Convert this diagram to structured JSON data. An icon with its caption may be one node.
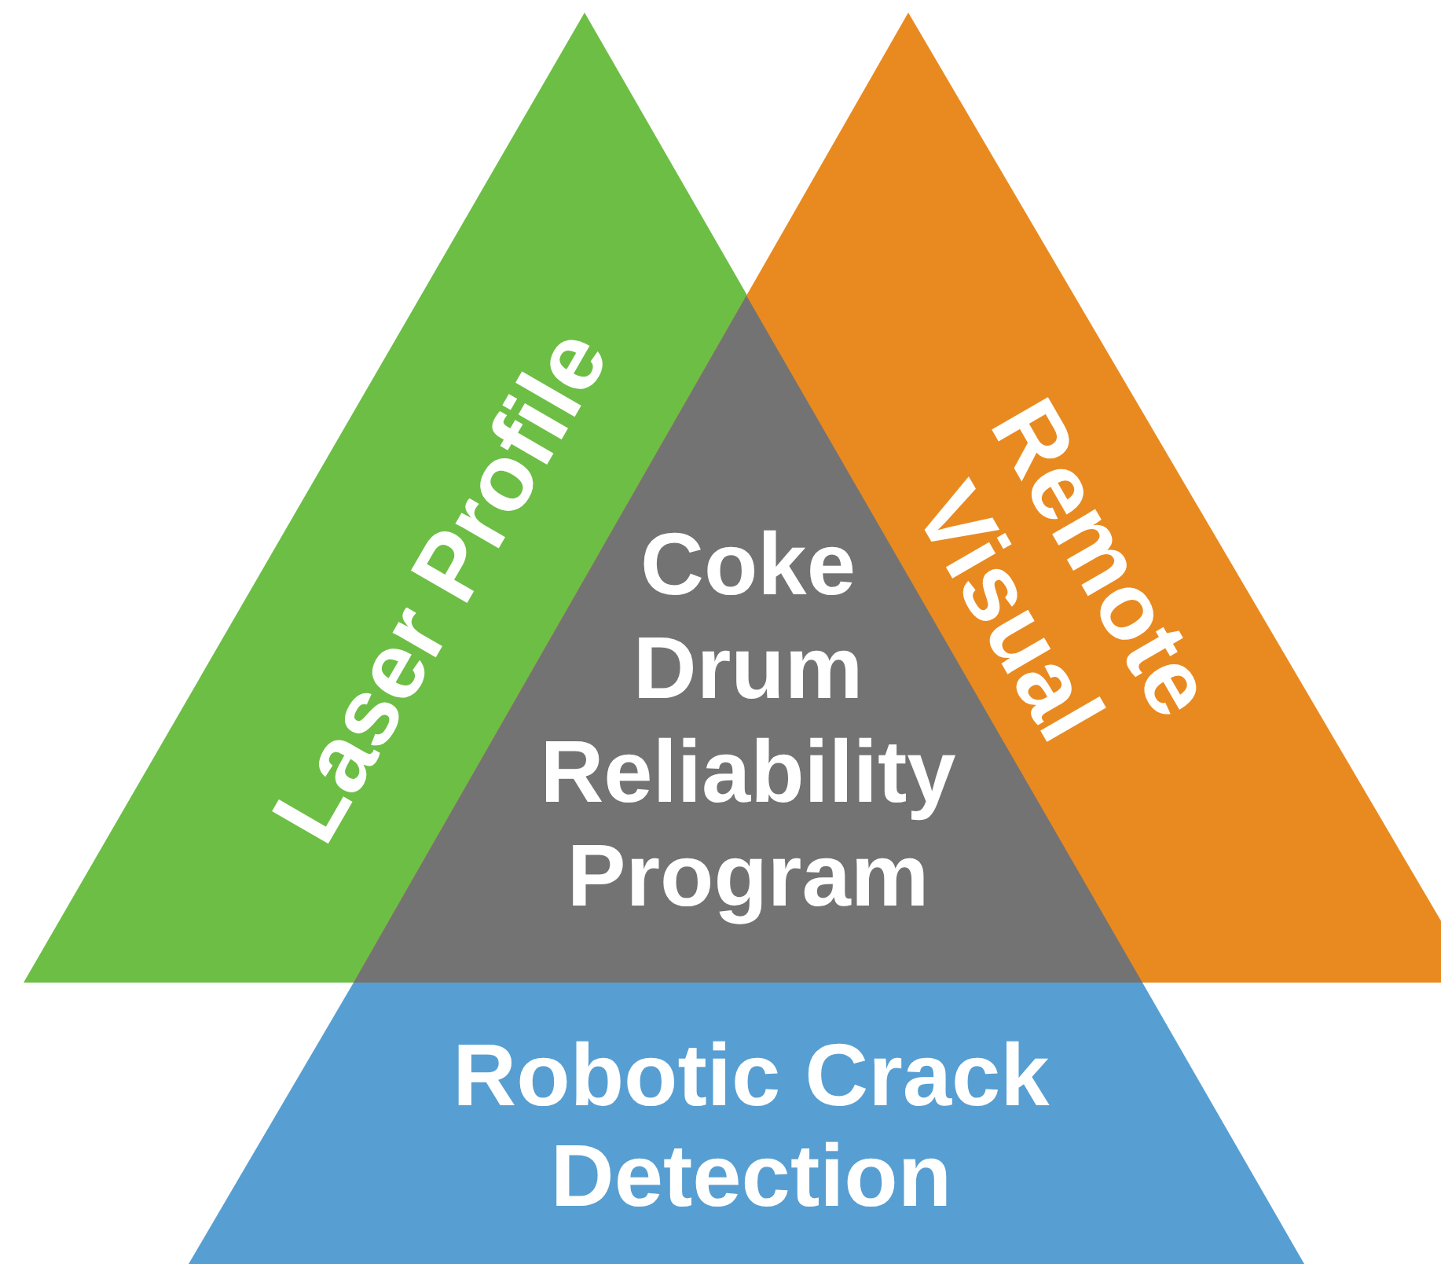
{
  "diagram": {
    "nodes": [
      {
        "text": [
          "Laser Profile"
        ]
      },
      {
        "text": [
          "Remote Visual"
        ]
      },
      {
        "text": [
          "Coke Drum Reliability Program"
        ]
      },
      {
        "text": [
          "Robotic Crack Detection"
        ]
      }
    ]
  }
}
